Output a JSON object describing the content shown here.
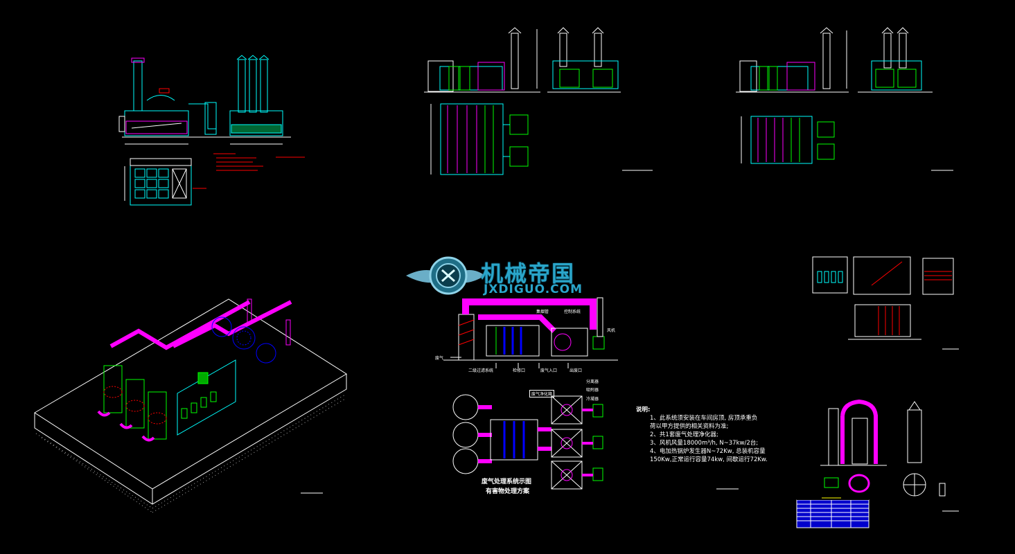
{
  "watermark": {
    "brand_cn": "机械帝国",
    "brand_en": "JXDIGUO.COM",
    "logo_icon": "gear-jx-icon"
  },
  "diagram": {
    "labels": {
      "pipe_main": "集烟管",
      "ctrl_system": "控制系统",
      "fan": "风机",
      "inlet": "废气",
      "dry_filter": "二级过滤系统",
      "blank_valve": "检修口",
      "gas_inlet": "废气入口",
      "gas_outlet": "出废口",
      "branch_1": "分离器",
      "branch_2": "吸附器",
      "branch_3": "冷凝器",
      "waste_box": "废气净化箱"
    },
    "caption_main": "废气处理系统示图",
    "caption_sub": "有害物处理方案"
  },
  "notes": {
    "title": "说明:",
    "items": [
      "1、此系统须安装在车间房顶, 房顶承重负",
      "    荷以甲方提供的相关资料为准;",
      "2、共1套废气处理净化器;",
      "3、风机风量18000m³/h, N~37kw/2台;",
      "4、电加热锅炉发生器N~72Kw, 总装机容量",
      "    150Kw,正常运行容量74kw, 间歇运行72Kw."
    ]
  },
  "colors": {
    "background": "#000000",
    "cyan": "#00ffff",
    "magenta": "#ff00ff",
    "red": "#ff0000",
    "green": "#00ff00",
    "yellow": "#ffff00",
    "white": "#ffffff",
    "blue": "#0000ff",
    "watermark": "#2aa5c9"
  }
}
